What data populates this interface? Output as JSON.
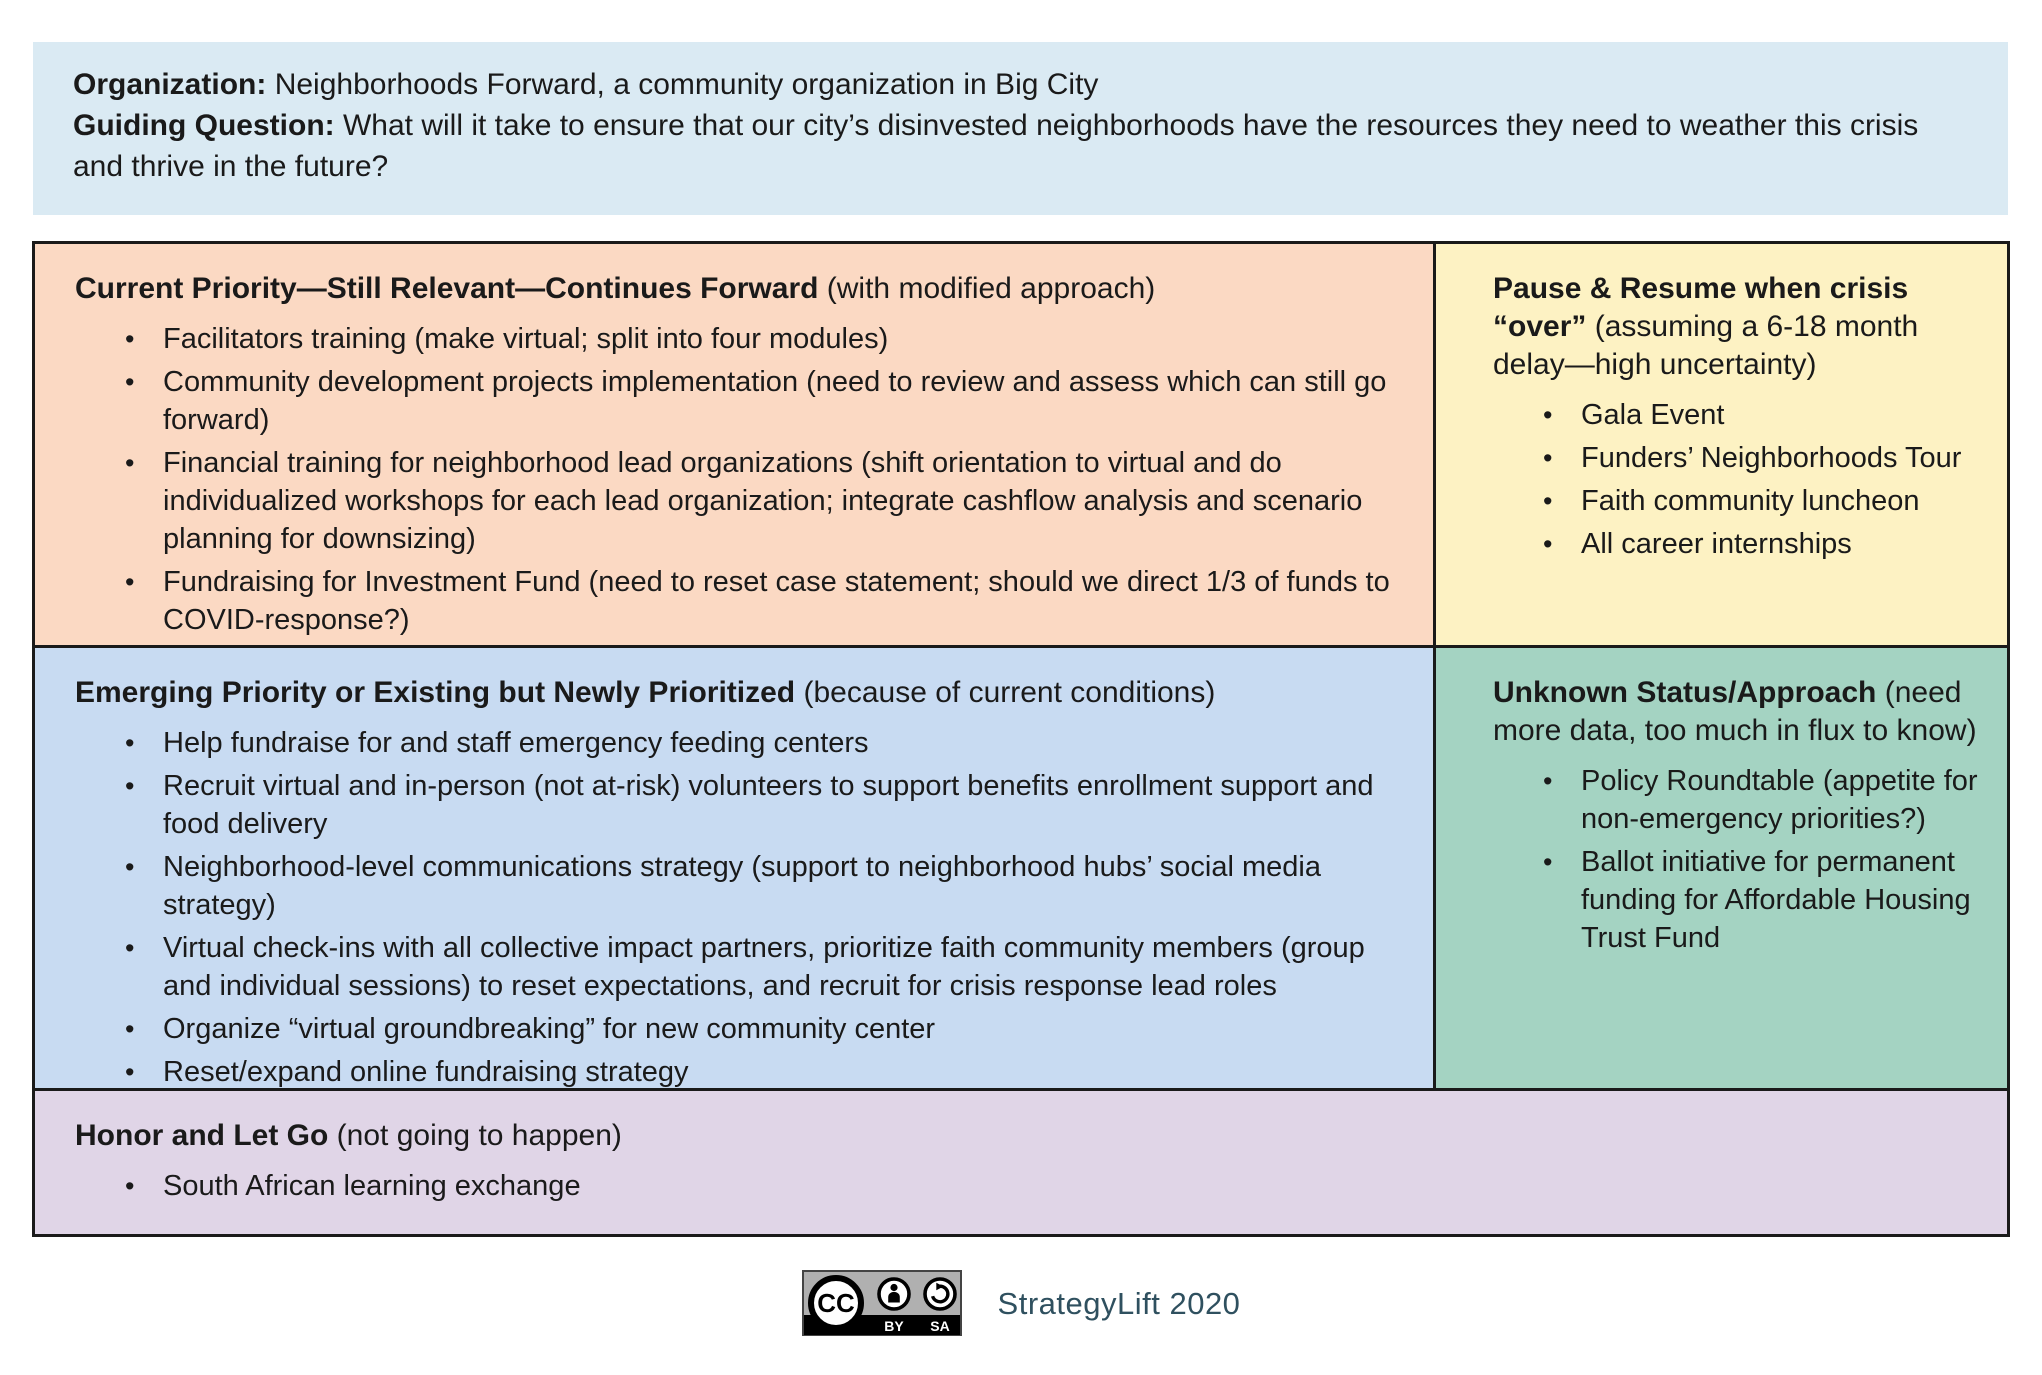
{
  "intro": {
    "organization_label": "Organization:",
    "organization_text": "Neighborhoods Forward, a community organization in Big City",
    "guiding_question_label": "Guiding Question:",
    "guiding_question_text": "What will it take to ensure that our city’s disinvested neighborhoods have the resources they need to weather this crisis and thrive in the future?"
  },
  "matrix": {
    "current_priority": {
      "title": "Current Priority—Still Relevant—Continues Forward",
      "subtitle": "(with modified approach)",
      "items": [
        "Facilitators training (make virtual; split into four modules)",
        "Community development projects implementation (need to review and assess which can still go forward)",
        "Financial training for neighborhood lead organizations (shift orientation to virtual and do individualized workshops for each lead organization; integrate cashflow analysis and scenario planning for downsizing)",
        "Fundraising for Investment Fund (need to reset case statement; should we direct 1/3 of funds to COVID-response?)"
      ]
    },
    "pause_resume": {
      "title": "Pause & Resume when crisis “over”",
      "subtitle": "(assuming a 6-18 month delay—high uncertainty)",
      "items": [
        "Gala Event",
        "Funders’ Neighborhoods Tour",
        "Faith community luncheon",
        "All career internships"
      ]
    },
    "emerging_priority": {
      "title": "Emerging Priority or Existing but Newly Prioritized",
      "subtitle": "(because of current conditions)",
      "items": [
        "Help fundraise for and staff emergency feeding centers",
        "Recruit virtual and in-person (not at-risk) volunteers to support benefits enrollment support and food delivery",
        "Neighborhood-level communications strategy (support to neighborhood hubs’ social media strategy)",
        "Virtual check-ins with all collective impact partners, prioritize faith community members (group and individual sessions) to reset expectations, and recruit for crisis response lead roles",
        "Organize “virtual groundbreaking” for new community center",
        "Reset/expand online fundraising strategy"
      ]
    },
    "unknown_status": {
      "title": "Unknown Status/Approach",
      "subtitle": "(need more data, too much in flux to know)",
      "items": [
        "Policy Roundtable (appetite for non-emergency priorities?)",
        "Ballot initiative for permanent funding for Affordable Housing Trust Fund"
      ]
    },
    "honor_let_go": {
      "title": "Honor and Let Go",
      "subtitle": "(not going to happen)",
      "items": [
        "South African learning exchange"
      ]
    }
  },
  "footer": {
    "credit": "StrategyLift 2020",
    "license": {
      "cc": "CC",
      "by": "BY",
      "sa": "SA"
    }
  },
  "colors": {
    "intro_bg": "#daeaf3",
    "current_bg": "#fbd9c3",
    "pause_bg": "#fdf2c3",
    "emerging_bg": "#c8dbf2",
    "unknown_bg": "#a4d3c2",
    "honor_bg": "#e0d5e7",
    "border": "#1a1a1a",
    "text": "#1a1a1a",
    "credit_text": "#2f505f",
    "badge_gray": "#b0b0b0"
  }
}
